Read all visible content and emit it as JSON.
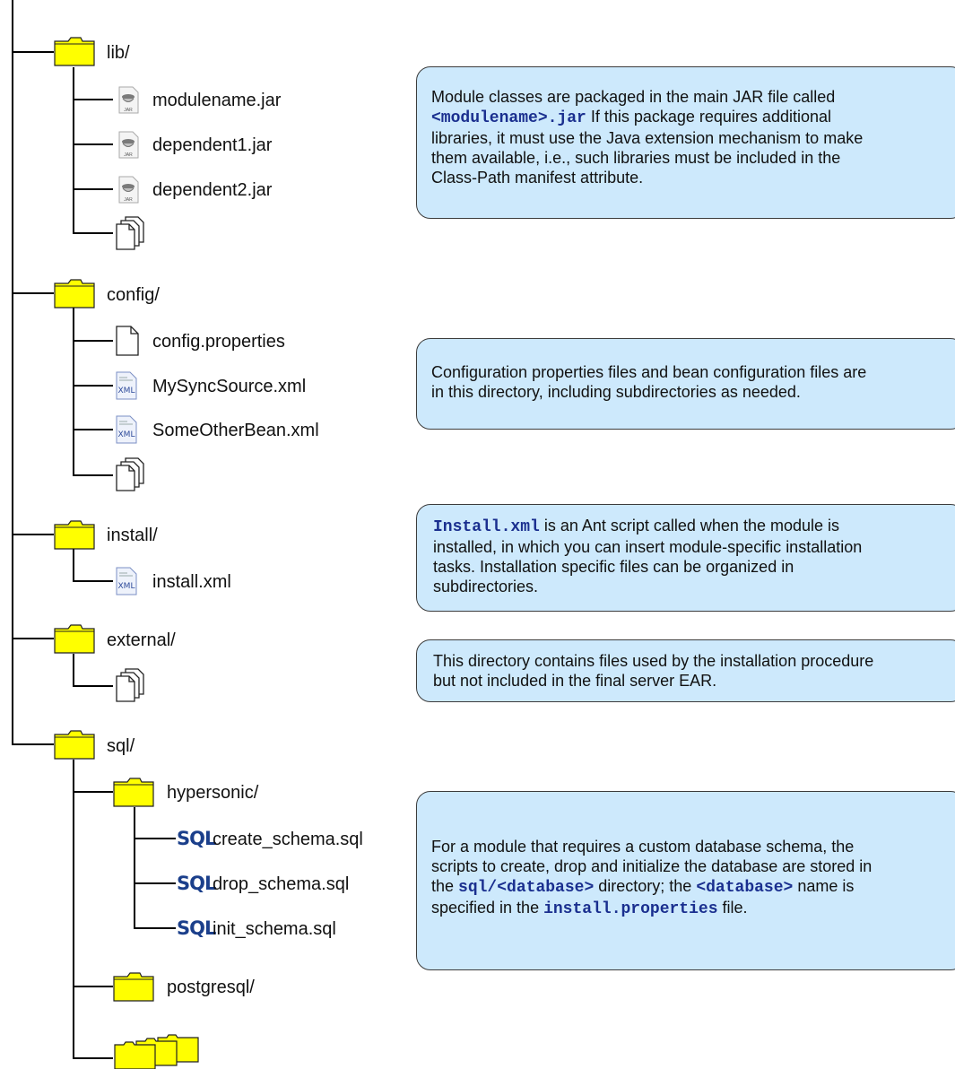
{
  "tree": {
    "lib": "lib/",
    "modulename_jar": "modulename.jar",
    "dependent1_jar": "dependent1.jar",
    "dependent2_jar": "dependent2.jar",
    "config": "config/",
    "config_properties": "config.properties",
    "mysyncsource_xml": "MySyncSource.xml",
    "someotherbean_xml": "SomeOtherBean.xml",
    "install": "install/",
    "install_xml": "install.xml",
    "external": "external/",
    "sql": "sql/",
    "hypersonic": "hypersonic/",
    "create_schema": "create_schema.sql",
    "drop_schema": "drop_schema.sql",
    "init_schema": "init_schema.sql",
    "postgresql": "postgresql/"
  },
  "icons": {
    "xml_text": "XML",
    "sql_text": "SQL",
    "jar_text": "JAR"
  },
  "notes": {
    "lib": {
      "p1": "Module classes are packaged in the main JAR file called",
      "code1": "<modulename>.jar",
      "p2": " If this package requires additional",
      "l3": "libraries, it must use the Java extension mechanism to make",
      "l4": "them available, i.e., such libraries must be included in the",
      "l5": "Class-Path manifest attribute."
    },
    "config": {
      "l1": "Configuration properties files and bean configuration files are",
      "l2": "in this directory, including subdirectories as needed."
    },
    "install": {
      "code1": "Install.xml",
      "p1": " is an Ant script called when the module is",
      "l2": "installed, in which you can insert module-specific installation",
      "l3": "tasks. Installation specific files can be organized in",
      "l4": "subdirectories."
    },
    "external": {
      "l1": "This directory contains files used by the installation procedure",
      "l2": "but not included in the final server EAR."
    },
    "sql": {
      "l1": "For a module that requires a custom database schema, the",
      "l2": "scripts to create, drop and initialize the database are stored in",
      "l3a": "the ",
      "code1": "sql/<database>",
      "l3b": " directory; the ",
      "code2": "<database>",
      "l3c": " name is",
      "l4a": "specified in the ",
      "code3": "install.properties",
      "l4b": " file."
    }
  },
  "colors": {
    "folder_fill": "#ffff00",
    "note_fill": "#cde9fc",
    "code_color": "#1a2f8f"
  }
}
